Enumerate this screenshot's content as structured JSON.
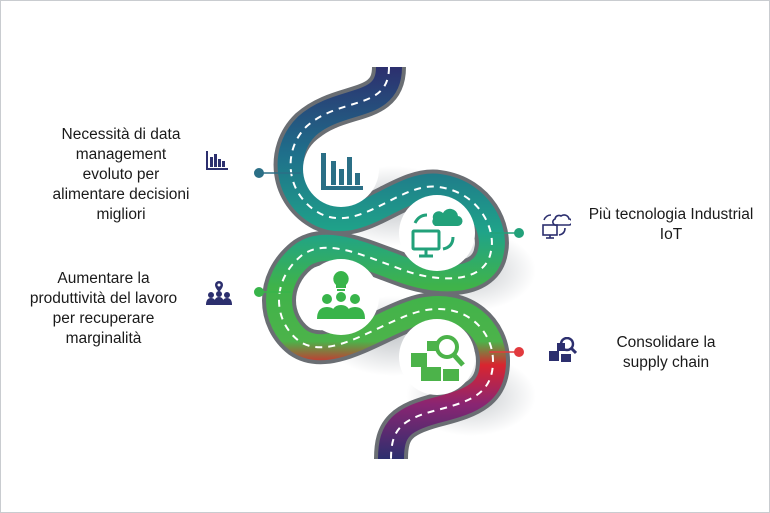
{
  "items": [
    {
      "id": "data-management",
      "lines": [
        "Necessità di data",
        "management",
        "evoluto per",
        "alimentare decisioni",
        "migliori"
      ],
      "icon": "bar-chart-icon",
      "color": "#2b6f86"
    },
    {
      "id": "industrial-iot",
      "lines": [
        "Più tecnologia Industrial",
        "IoT"
      ],
      "icon": "cloud-computer-sync-icon",
      "color": "#22a17a"
    },
    {
      "id": "productivity",
      "lines": [
        "Aumentare la",
        "produttività del lavoro",
        "per recuperare",
        "marginalità"
      ],
      "icon": "team-idea-icon",
      "color": "#38b44a"
    },
    {
      "id": "supply-chain",
      "lines": [
        "Consolidare la",
        "supply chain"
      ],
      "icon": "boxes-search-icon",
      "color": "#e23a3e"
    }
  ],
  "colors": {
    "road_top": "#2c2f6e",
    "road_teal": "#1f6f8b",
    "road_green": "#3fb34a",
    "road_red": "#d9252f",
    "road_magenta": "#8a2572",
    "road_bottom": "#2c2f6e",
    "road_edge": "#6a6e73"
  }
}
